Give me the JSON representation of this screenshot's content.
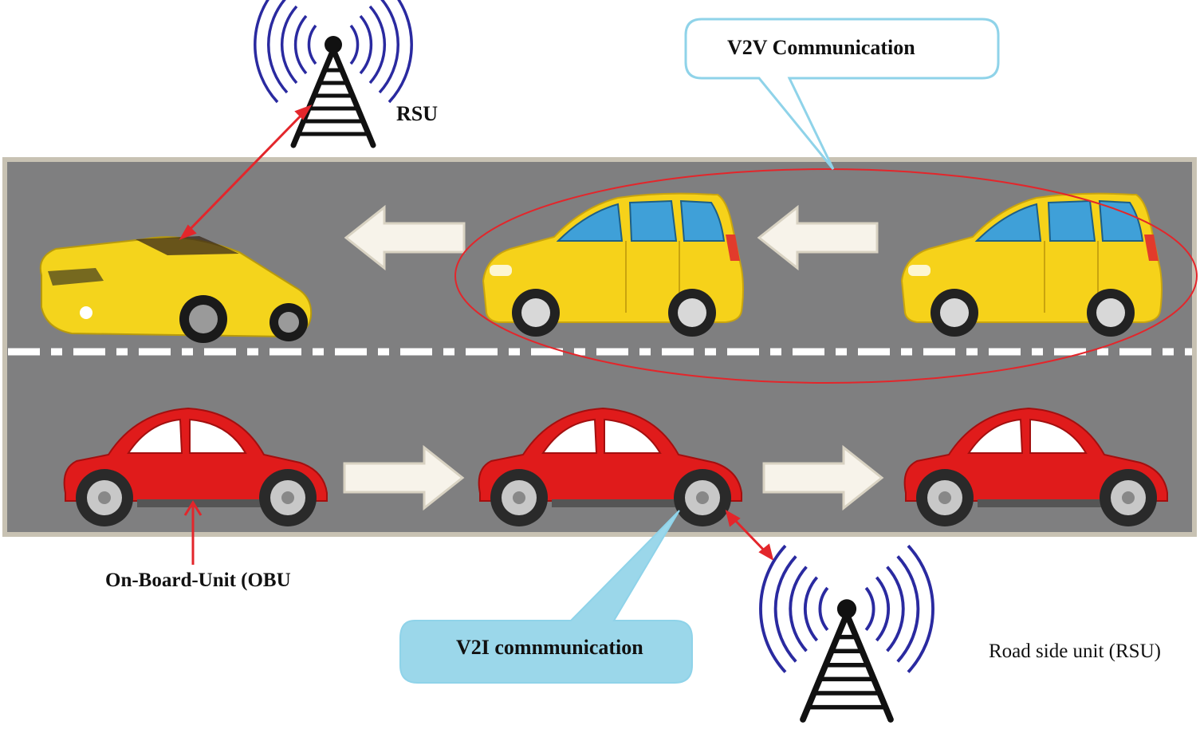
{
  "labels": {
    "rsu_top": "RSU",
    "v2v": "V2V Communication",
    "obu": "On-Board-Unit (OBU",
    "v2i": "V2I comnmunication",
    "rsu_bottom": "Road side unit (RSU)"
  },
  "colors": {
    "road": "#7f7f80",
    "road_border": "#c8c2b3",
    "lane_marking": "#ffffff",
    "yellow_car": "#f6d21a",
    "red_car": "#e01b1b",
    "arrow_fill": "#f7f3ea",
    "link_red": "#e3262b",
    "callout_border": "#8fd3e9",
    "callout_fill": "#9bd7ea",
    "antenna_waves": "#2a2aa0"
  },
  "icons": {
    "tower_top": "radio-tower-icon",
    "tower_bottom": "radio-tower-icon",
    "convertible": "sports-car-icon",
    "hatchback": "hatchback-car-icon",
    "beetle": "compact-car-icon"
  }
}
